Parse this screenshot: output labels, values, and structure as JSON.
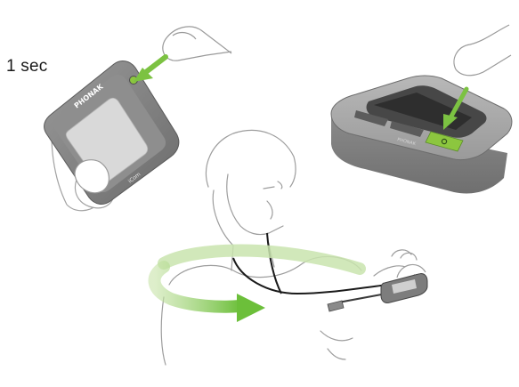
{
  "instruction": {
    "duration_text": "1 sec"
  },
  "device": {
    "brand_text": "PHONAK",
    "model_text": "iCom"
  },
  "charger": {
    "brand_text": "PHONAK"
  },
  "colors": {
    "accent_green": "#8cc63f",
    "arrow_green": "#7cc242",
    "device_frame": "#7b7b7b",
    "screen": "#d9d9d9",
    "charger_body": "#8f8f8f",
    "line_art": "#9a9a9a"
  },
  "icons": [
    "press-arrow-icon",
    "fingertip-icon",
    "rotate-arrow-icon",
    "power-button-icon",
    "minus-icon",
    "plus-icon"
  ]
}
